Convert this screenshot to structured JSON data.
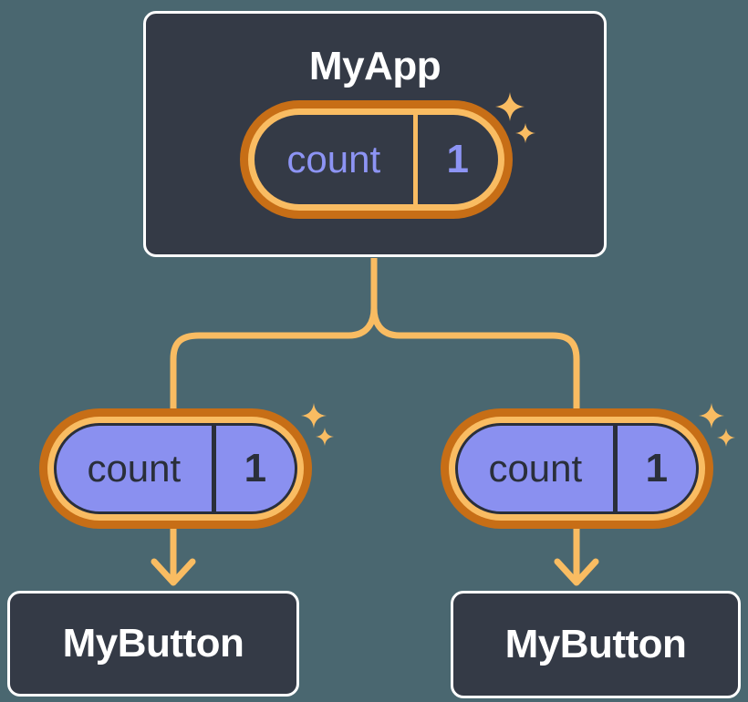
{
  "background_color": "#4A6770",
  "colors": {
    "node_fill": "#343A46",
    "node_border": "#FFFFFF",
    "node_text": "#FFFFFF",
    "ring_outer_orange": "#C76E16",
    "ring_inner_orange": "#F9BC62",
    "connector_orange": "#F9BC62",
    "sparkle_orange": "#F9BC62",
    "state_pill_fill": "#343A46",
    "state_pill_text": "#8D94F4",
    "prop_pill_fill": "#8A90F0",
    "prop_pill_text": "#2A2F3A"
  },
  "tree": {
    "root": {
      "title": "MyApp",
      "state_pill": {
        "label": "count",
        "value": "1"
      }
    },
    "children": [
      {
        "title": "MyButton",
        "prop_pill": {
          "label": "count",
          "value": "1"
        }
      },
      {
        "title": "MyButton",
        "prop_pill": {
          "label": "count",
          "value": "1"
        }
      }
    ]
  }
}
